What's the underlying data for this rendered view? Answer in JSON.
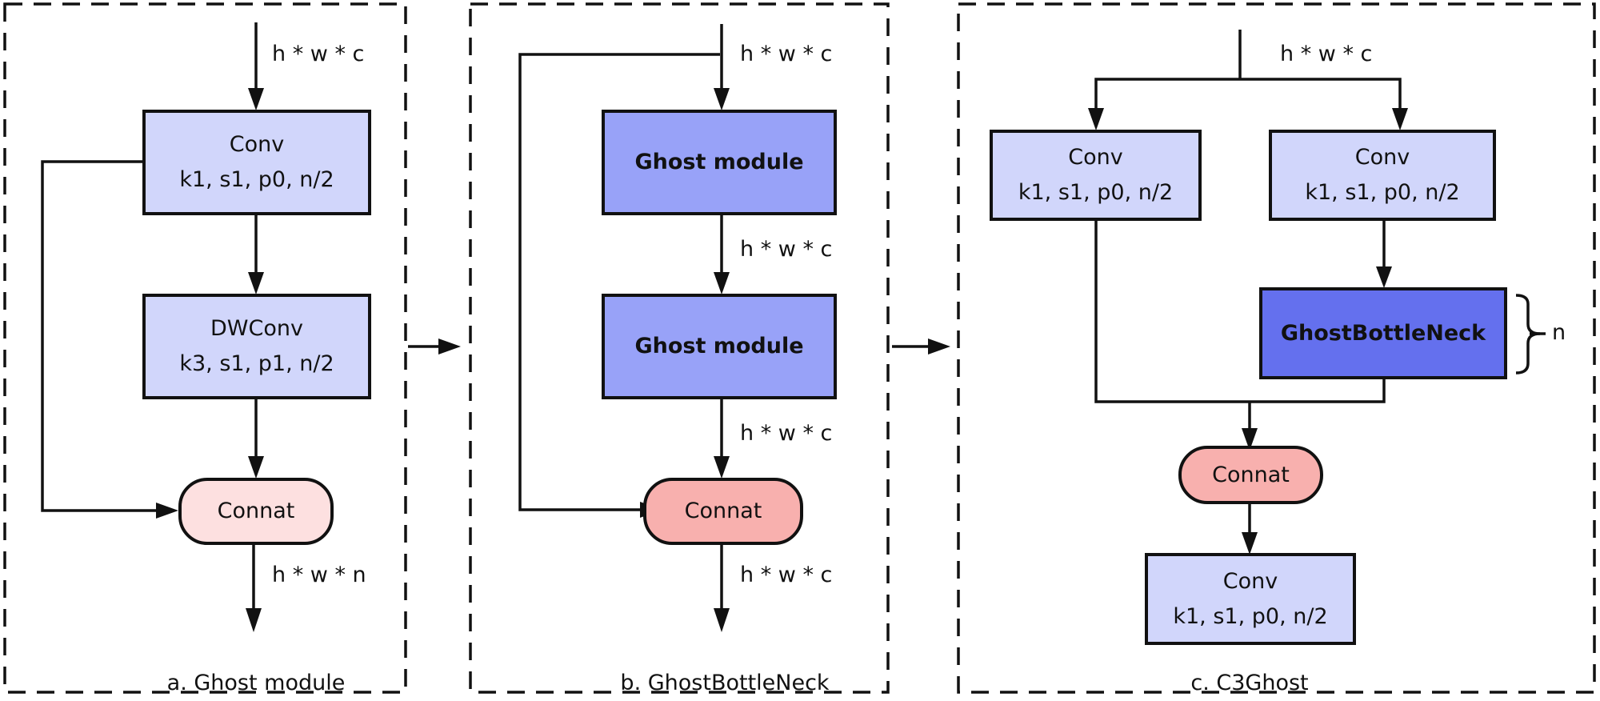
{
  "panels": [
    {
      "caption": "a. Ghost module",
      "nodes": [
        {
          "title": "Conv",
          "params": "k1, s1, p0, n/2"
        },
        {
          "title": "DWConv",
          "params": "k3, s1, p1, n/2"
        },
        {
          "title": "Connat"
        }
      ],
      "labels": [
        "h * w * c",
        "h * w * n"
      ]
    },
    {
      "caption": "b. GhostBottleNeck",
      "nodes": [
        {
          "title": "Ghost module"
        },
        {
          "title": "Ghost module"
        },
        {
          "title": "Connat"
        }
      ],
      "labels": [
        "h * w * c",
        "h * w * c",
        "h * w * c",
        "h * w * c"
      ]
    },
    {
      "caption": "c. C3Ghost",
      "nodes": [
        {
          "title": "Conv",
          "params": "k1, s1, p0, n/2"
        },
        {
          "title": "Conv",
          "params": "k1, s1, p0, n/2"
        },
        {
          "title": "GhostBottleNeck"
        },
        {
          "title": "Connat"
        },
        {
          "title": "Conv",
          "params": "k1, s1, p0, n/2"
        }
      ],
      "labels": [
        "h * w * c"
      ],
      "repeat_label": "n"
    }
  ],
  "colors": {
    "conv_fill": "#d1d6fb",
    "ghost_module_fill": "#98a2f8",
    "ghost_bottleneck_fill": "#6470ee",
    "connat_light_fill": "#fde0e0",
    "connat_fill": "#f8b0ae",
    "stroke": "#111111"
  }
}
